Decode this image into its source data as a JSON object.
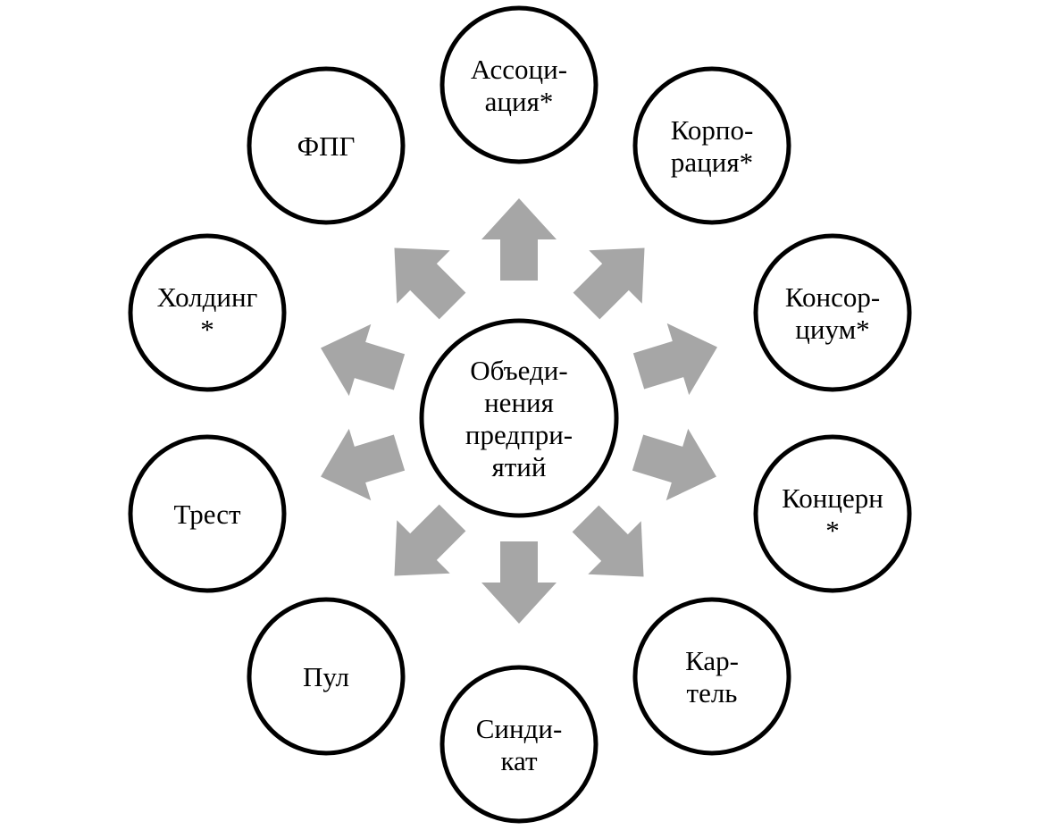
{
  "colors": {
    "arrow": "#a6a6a6",
    "node_stroke": "#000000",
    "node_fill": "#ffffff",
    "text": "#000000"
  },
  "center": {
    "lines": [
      "Объеди-",
      "нения",
      "предпри-",
      "ятий"
    ]
  },
  "nodes": [
    {
      "key": "assotsiatsiya",
      "lines": [
        "Ассоци-",
        "ация*"
      ]
    },
    {
      "key": "korporatsiya",
      "lines": [
        "Корпо-",
        "рация*"
      ]
    },
    {
      "key": "konsortsium",
      "lines": [
        "Консор-",
        "циум*"
      ]
    },
    {
      "key": "kontsern",
      "lines": [
        "Концерн",
        "*"
      ]
    },
    {
      "key": "kartel",
      "lines": [
        "Кар-",
        "тель"
      ]
    },
    {
      "key": "sindikat",
      "lines": [
        "Синди-",
        "кат"
      ]
    },
    {
      "key": "pul",
      "lines": [
        "Пул"
      ]
    },
    {
      "key": "trest",
      "lines": [
        "Трест"
      ]
    },
    {
      "key": "holding",
      "lines": [
        "Холдинг",
        "*"
      ]
    },
    {
      "key": "fpg",
      "lines": [
        "ФПГ"
      ]
    }
  ]
}
